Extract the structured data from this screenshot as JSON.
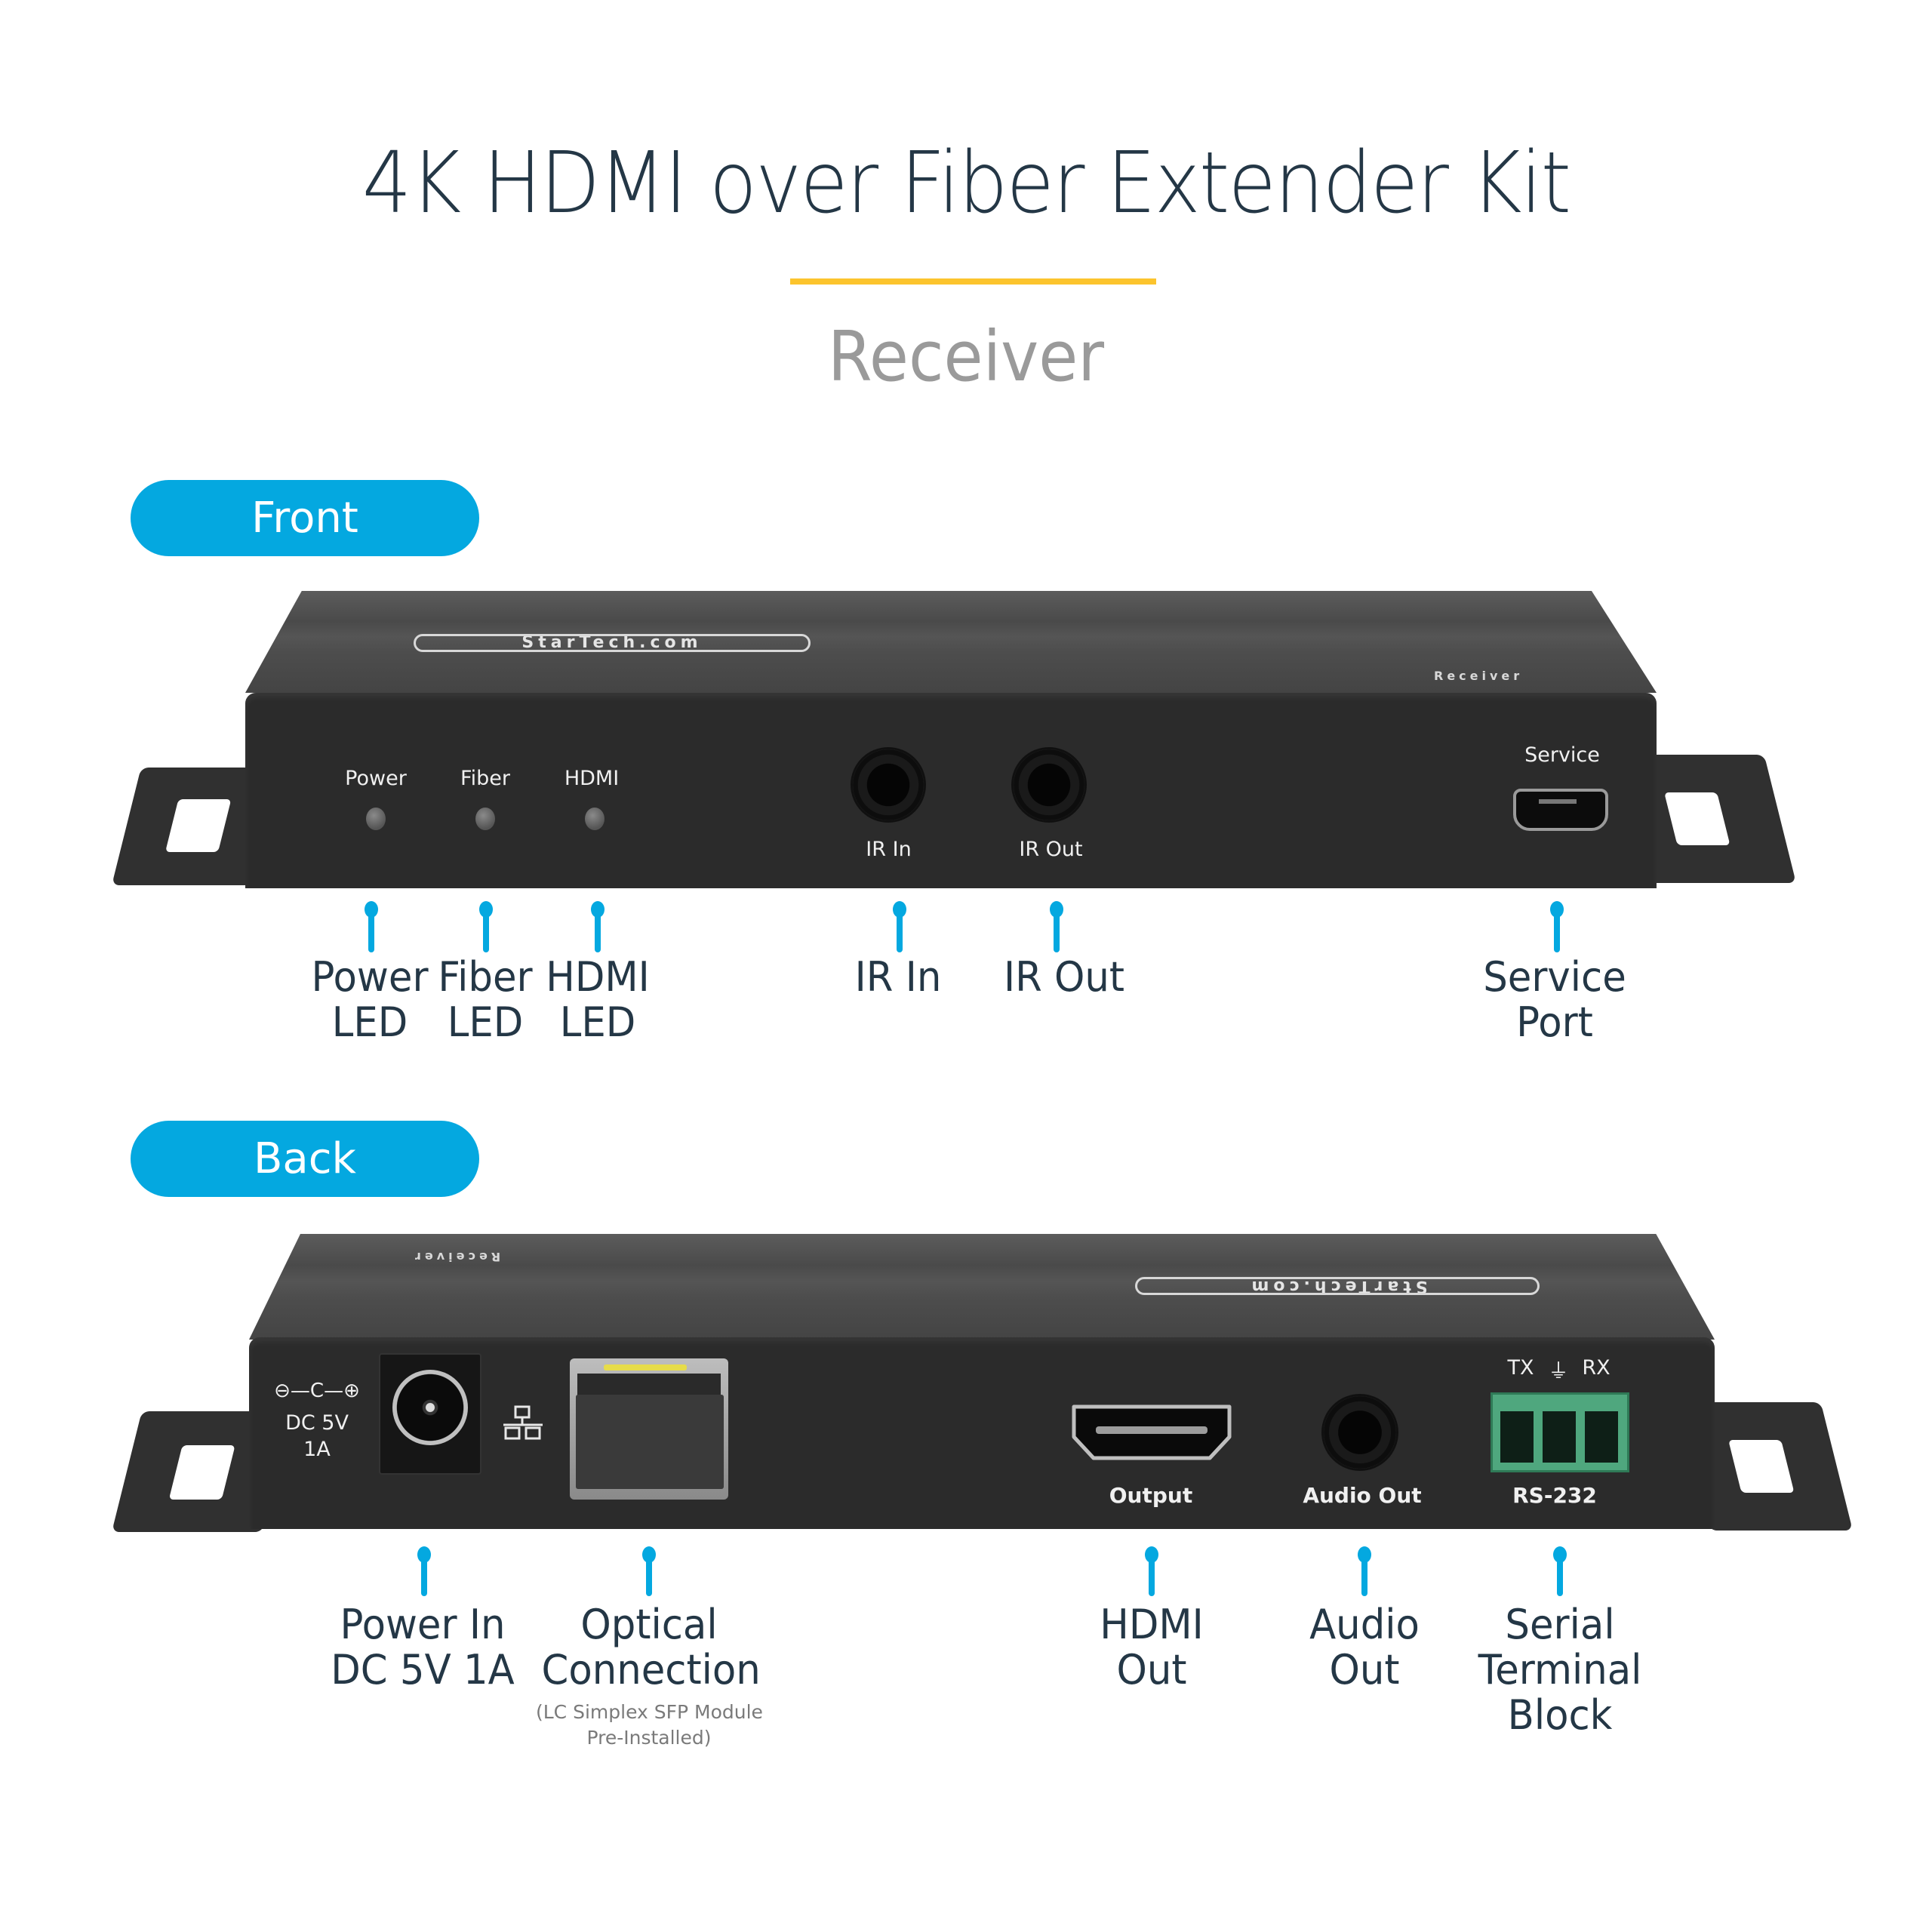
{
  "header": {
    "title": "4K HDMI over Fiber Extender Kit",
    "subtitle": "Receiver",
    "divider_color": "#fcc42d",
    "title_color": "#243746",
    "subtitle_color": "#9a9a9a"
  },
  "accent_color": "#04a8e0",
  "front": {
    "section_label": "Front",
    "device": {
      "brand_logo": "StarTech.com",
      "model_imprint": "Receiver",
      "silkscreen": {
        "power": "Power",
        "fiber": "Fiber",
        "hdmi": "HDMI",
        "ir_in": "IR In",
        "ir_out": "IR Out",
        "service": "Service"
      }
    },
    "callouts": [
      {
        "line1": "Power",
        "line2": "LED"
      },
      {
        "line1": "Fiber",
        "line2": "LED"
      },
      {
        "line1": "HDMI",
        "line2": "LED"
      },
      {
        "line1": "IR In"
      },
      {
        "line1": "IR Out"
      },
      {
        "line1": "Service",
        "line2": "Port"
      }
    ]
  },
  "back": {
    "section_label": "Back",
    "device": {
      "brand_logo": "StarTech.com",
      "model_imprint": "Receiver",
      "silkscreen": {
        "polarity": "⊖—C—⊕",
        "dc_line1": "DC 5V",
        "dc_line2": "1A",
        "output": "Output",
        "audio_out": "Audio Out",
        "tx": "TX",
        "ground": "⏚",
        "rx": "RX",
        "rs232": "RS-232"
      }
    },
    "callouts": [
      {
        "line1": "Power In",
        "line2": "DC 5V 1A"
      },
      {
        "line1": "Optical",
        "line2": "Connection",
        "note1": "(LC Simplex SFP Module",
        "note2": "Pre-Installed)"
      },
      {
        "line1": "HDMI",
        "line2": "Out"
      },
      {
        "line1": "Audio",
        "line2": "Out"
      },
      {
        "line1": "Serial",
        "line2": "Terminal",
        "line3": "Block"
      }
    ]
  }
}
